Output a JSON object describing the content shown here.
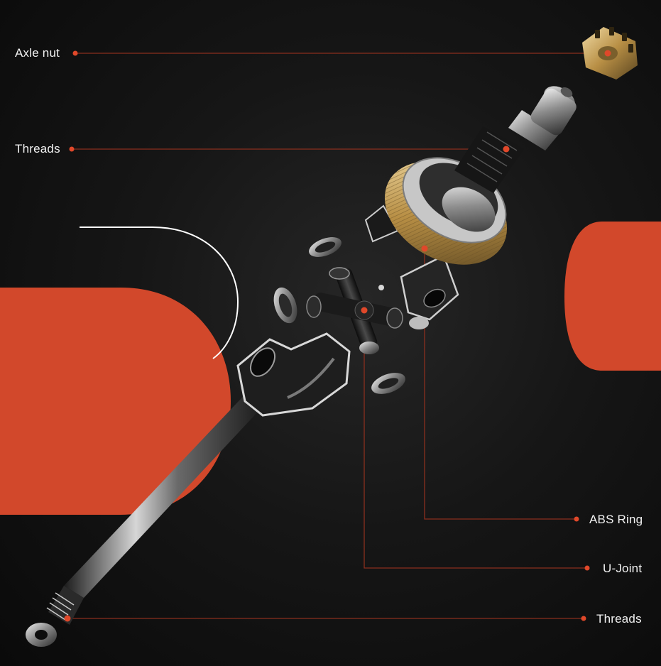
{
  "callouts": {
    "axle_nut": "Axle nut",
    "threads_top": "Threads",
    "abs_ring": "ABS Ring",
    "u_joint": "U-Joint",
    "threads_bottom": "Threads"
  },
  "colors": {
    "background": "#111111",
    "accent_red": "#d2482b",
    "leader_line": "#8a2f1e",
    "dot": "#e0482a",
    "label_text": "#f2f2f2",
    "brass": "#c9a45c",
    "steel": "#9a9a9a"
  },
  "icons": {
    "parts": [
      "axle-nut-icon",
      "spline-shaft-icon",
      "abs-ring-icon",
      "u-joint-icon",
      "yoke-icon",
      "washer-icon"
    ]
  }
}
